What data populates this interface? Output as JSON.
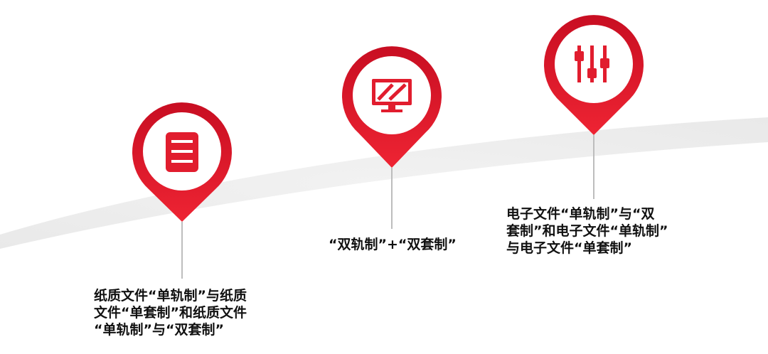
{
  "colors": {
    "pin_red": "#e11d2e",
    "pin_red_dark": "#b3081b",
    "pin_inner": "#ffffff",
    "stem": "#bdbdbd",
    "swoosh": "#eeeeee"
  },
  "milestones": [
    {
      "icon": "document-icon",
      "label": "纸质文件“单轨制”与纸质\n文件“单套制”和纸质文件\n“单轨制”与“双套制”"
    },
    {
      "icon": "monitor-icon",
      "label": "“双轨制”+“双套制”"
    },
    {
      "icon": "sliders-icon",
      "label": "电子文件“单轨制”与“双\n套制”和电子文件“单轨制”\n与电子文件“单套制”"
    }
  ]
}
